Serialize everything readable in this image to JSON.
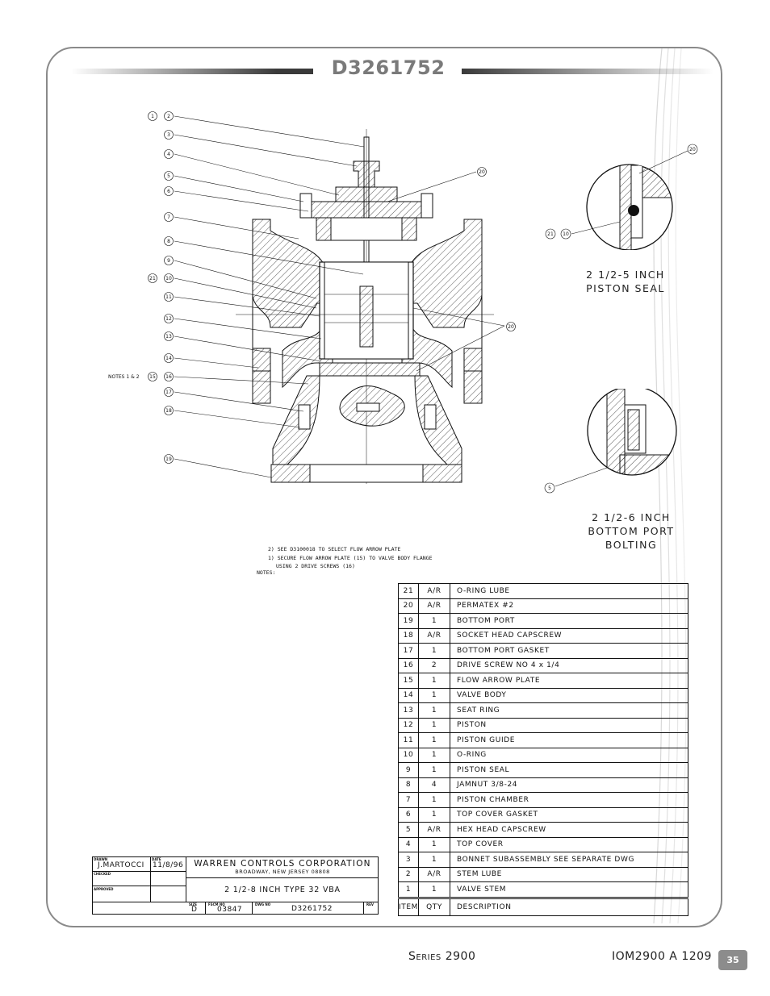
{
  "header": {
    "title": "D3261752"
  },
  "drawing": {
    "callouts": [
      "1",
      "2",
      "3",
      "4",
      "5",
      "6",
      "7",
      "8",
      "9",
      "21",
      "10",
      "11",
      "12",
      "13",
      "14",
      "15",
      "16",
      "17",
      "18",
      "19",
      "20",
      "20"
    ],
    "notes_label": "NOTES 1 & 2",
    "detail_callouts": [
      "20",
      "21",
      "10",
      "5"
    ]
  },
  "details": {
    "piston_seal": [
      "2 1/2-5 INCH",
      "PISTON SEAL"
    ],
    "bottom_port": [
      "2 1/2-6 INCH",
      "BOTTOM PORT",
      "BOLTING"
    ]
  },
  "notes": {
    "line1": "2) SEE D3100018 TO SELECT FLOW ARROW PLATE",
    "line2a": "1) SECURE FLOW ARROW PLATE",
    "ref15": "15",
    "line2b": "TO VALVE BODY FLANGE",
    "line3a": "USING 2 DRIVE SCREWS",
    "ref16": "16",
    "label": "NOTES:"
  },
  "bom": {
    "rows": [
      {
        "item": "21",
        "qty": "A/R",
        "desc": "O-RING LUBE"
      },
      {
        "item": "20",
        "qty": "A/R",
        "desc": "PERMATEX #2"
      },
      {
        "item": "19",
        "qty": "1",
        "desc": "BOTTOM PORT"
      },
      {
        "item": "18",
        "qty": "A/R",
        "desc": "SOCKET HEAD CAPSCREW"
      },
      {
        "item": "17",
        "qty": "1",
        "desc": "BOTTOM PORT GASKET"
      },
      {
        "item": "16",
        "qty": "2",
        "desc": "DRIVE SCREW NO 4 x 1/4"
      },
      {
        "item": "15",
        "qty": "1",
        "desc": "FLOW ARROW PLATE"
      },
      {
        "item": "14",
        "qty": "1",
        "desc": "VALVE BODY"
      },
      {
        "item": "13",
        "qty": "1",
        "desc": "SEAT RING"
      },
      {
        "item": "12",
        "qty": "1",
        "desc": "PISTON"
      },
      {
        "item": "11",
        "qty": "1",
        "desc": "PISTON GUIDE"
      },
      {
        "item": "10",
        "qty": "1",
        "desc": "O-RING"
      },
      {
        "item": "9",
        "qty": "1",
        "desc": "PISTON SEAL"
      },
      {
        "item": "8",
        "qty": "4",
        "desc": "JAMNUT 3/8-24"
      },
      {
        "item": "7",
        "qty": "1",
        "desc": "PISTON CHAMBER"
      },
      {
        "item": "6",
        "qty": "1",
        "desc": "TOP COVER GASKET"
      },
      {
        "item": "5",
        "qty": "A/R",
        "desc": "HEX HEAD CAPSCREW"
      },
      {
        "item": "4",
        "qty": "1",
        "desc": "TOP COVER"
      },
      {
        "item": "3",
        "qty": "1",
        "desc": "BONNET SUBASSEMBLY    SEE SEPARATE DWG"
      },
      {
        "item": "2",
        "qty": "A/R",
        "desc": "STEM LUBE"
      },
      {
        "item": "1",
        "qty": "1",
        "desc": "VALVE STEM"
      }
    ],
    "header": {
      "item": "ITEM",
      "qty": "QTY",
      "desc": "DESCRIPTION"
    }
  },
  "title_block": {
    "drawn_label": "DRAWN",
    "drawn_by": "J.MARTOCCI",
    "date_label": "DATE",
    "date": "11/8/96",
    "checked_label": "CHECKED",
    "approved_label": "APPROVED",
    "company": "WARREN CONTROLS CORPORATION",
    "address": "BROADWAY, NEW JERSEY 08808",
    "description": "2 1/2-8 INCH TYPE 32 VBA",
    "size_label": "SIZE",
    "size": "D",
    "fscm_label": "FSCM NO",
    "fscm": "03847",
    "dwg_label": "DWG NO",
    "dwg": "D3261752",
    "rev_label": "REV"
  },
  "footer": {
    "series": "Series 2900",
    "doc": "IOM2900 A 1209",
    "page": "35"
  }
}
